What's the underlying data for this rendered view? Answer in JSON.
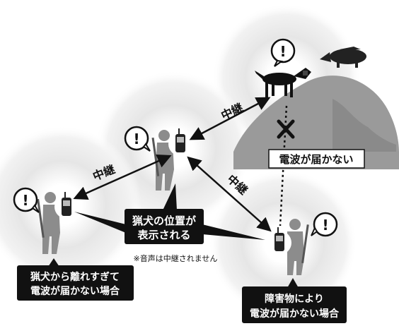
{
  "colors": {
    "ring": "#dcdcdc",
    "mountain": "#9a9a9a",
    "person": "#8c8c8c",
    "dark": "#111111",
    "white": "#ffffff"
  },
  "labels": {
    "relay_left": "中継",
    "relay_middle": "中継",
    "relay_right": "中継",
    "blocked": "電波が届かない",
    "callout_center": [
      "猟犬の位置が",
      "表示される"
    ],
    "note": "※音声は中継されません",
    "callout_bottom_left": [
      "猟犬から離れすぎて",
      "電波が届かない場合"
    ],
    "callout_bottom_right": [
      "障害物により",
      "電波が届かない場合"
    ],
    "alert_symbol": "!"
  }
}
